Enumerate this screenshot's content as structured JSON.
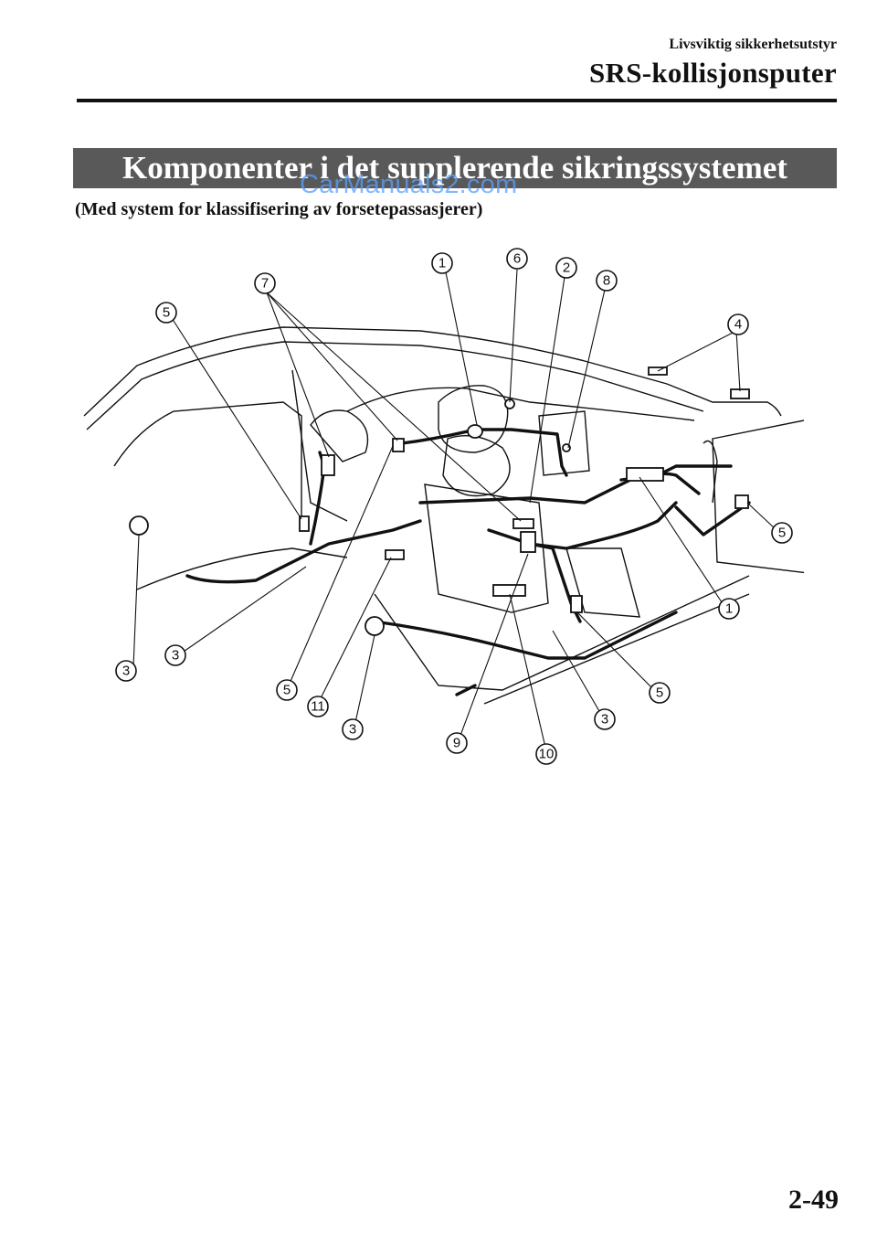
{
  "header": {
    "chapter": "Livsviktig sikkerhetsutstyr",
    "section": "SRS-kollisjonsputer"
  },
  "banner": {
    "title": "Komponenter i det supplerende sikringssystemet"
  },
  "watermark": {
    "text": "CarManuals2.com"
  },
  "subtitle": "(Med system for klassifisering av forsetepassasjerer)",
  "diagram": {
    "callouts": [
      "1",
      "6",
      "2",
      "8",
      "7",
      "5",
      "4",
      "5",
      "1",
      "3",
      "3",
      "5",
      "11",
      "3",
      "9",
      "10",
      "3",
      "5"
    ]
  },
  "footer": {
    "page_number": "2-49"
  }
}
